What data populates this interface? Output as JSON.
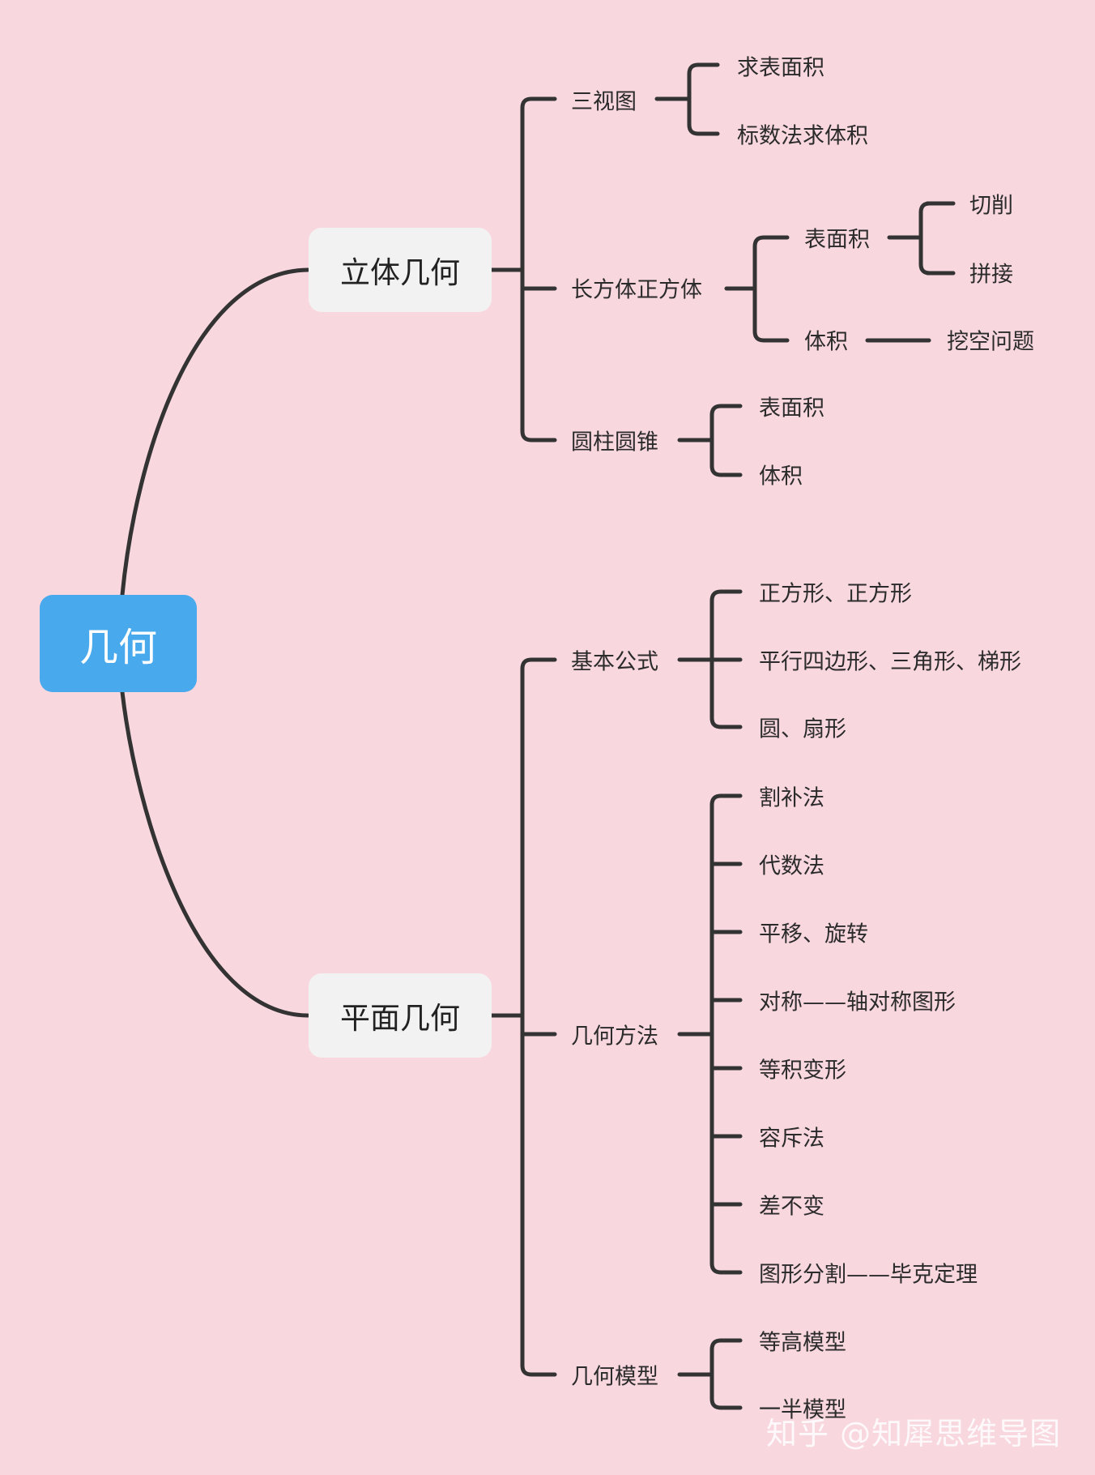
{
  "mindmap": {
    "root": "几何",
    "branches": [
      {
        "label": "立体几何",
        "children": [
          {
            "label": "三视图",
            "children": [
              {
                "label": "求表面积"
              },
              {
                "label": "标数法求体积"
              }
            ]
          },
          {
            "label": "长方体正方体",
            "children": [
              {
                "label": "表面积",
                "children": [
                  {
                    "label": "切削"
                  },
                  {
                    "label": "拼接"
                  }
                ]
              },
              {
                "label": "体积",
                "children": [
                  {
                    "label": "挖空问题"
                  }
                ]
              }
            ]
          },
          {
            "label": "圆柱圆锥",
            "children": [
              {
                "label": "表面积"
              },
              {
                "label": "体积"
              }
            ]
          }
        ]
      },
      {
        "label": "平面几何",
        "children": [
          {
            "label": "基本公式",
            "children": [
              {
                "label": "正方形、正方形"
              },
              {
                "label": "平行四边形、三角形、梯形"
              },
              {
                "label": "圆、扇形"
              }
            ]
          },
          {
            "label": "几何方法",
            "children": [
              {
                "label": "割补法"
              },
              {
                "label": "代数法"
              },
              {
                "label": "平移、旋转"
              },
              {
                "label": "对称——轴对称图形"
              },
              {
                "label": "等积变形"
              },
              {
                "label": "容斥法"
              },
              {
                "label": "差不变"
              },
              {
                "label": "图形分割——毕克定理"
              }
            ]
          },
          {
            "label": "几何模型",
            "children": [
              {
                "label": "等高模型"
              },
              {
                "label": "一半模型"
              }
            ]
          }
        ]
      }
    ]
  },
  "watermark": "知乎 @知犀思维导图",
  "colors": {
    "background": "#f8d7df",
    "root_fill": "#48a9ed",
    "main_fill": "#f2f2f2",
    "connector": "#333333",
    "text": "#2b2b2b"
  }
}
